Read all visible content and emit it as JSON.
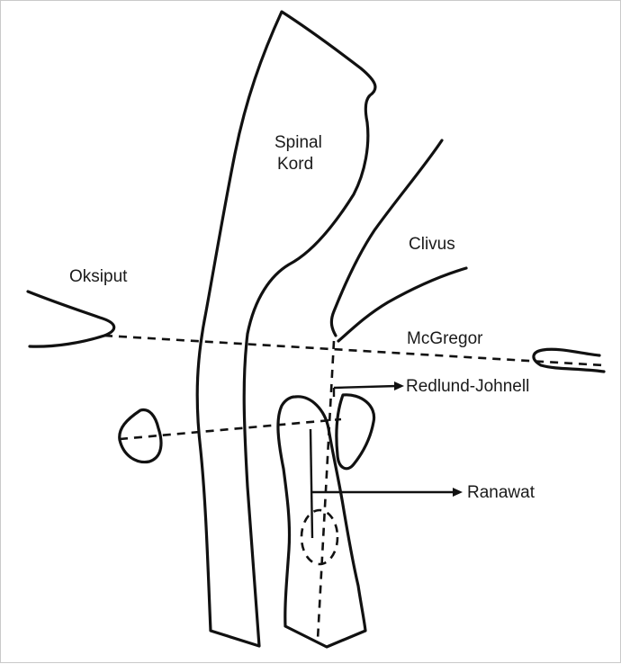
{
  "labels": {
    "spinal_cord_line1": "Spinal",
    "spinal_cord_line2": "Kord",
    "clivus": "Clivus",
    "occiput": "Oksiput",
    "mcgregor": "McGregor",
    "redlund_johnell": "Redlund-Johnell",
    "ranawat": "Ranawat"
  },
  "colors": {
    "ink": "#111111",
    "background": "#ffffff",
    "frame": "#c9c9c9"
  }
}
